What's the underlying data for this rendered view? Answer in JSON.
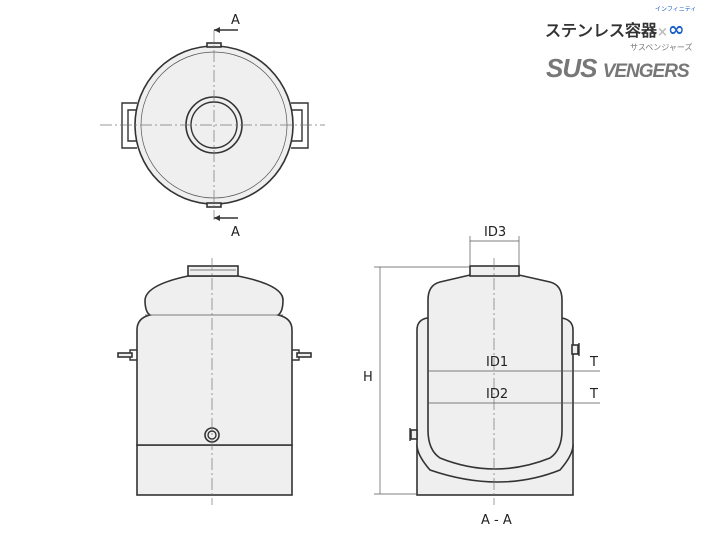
{
  "logo": {
    "title_jp": "ステンレス容器",
    "cross": "×",
    "infinity_symbol": "∞",
    "infinity_kana": "インフィニティ",
    "sus": "SUS",
    "vengers": "VENGERS",
    "vengers_kana": "サスベンジャーズ",
    "accent_color": "#1b5fc9"
  },
  "top_view": {
    "section_mark_top": "A",
    "section_mark_bottom": "A"
  },
  "section_view": {
    "title": "A - A",
    "dims": {
      "id1": "ID1",
      "id2": "ID2",
      "id3": "ID3",
      "h": "H",
      "t1": "T",
      "t2": "T"
    }
  }
}
